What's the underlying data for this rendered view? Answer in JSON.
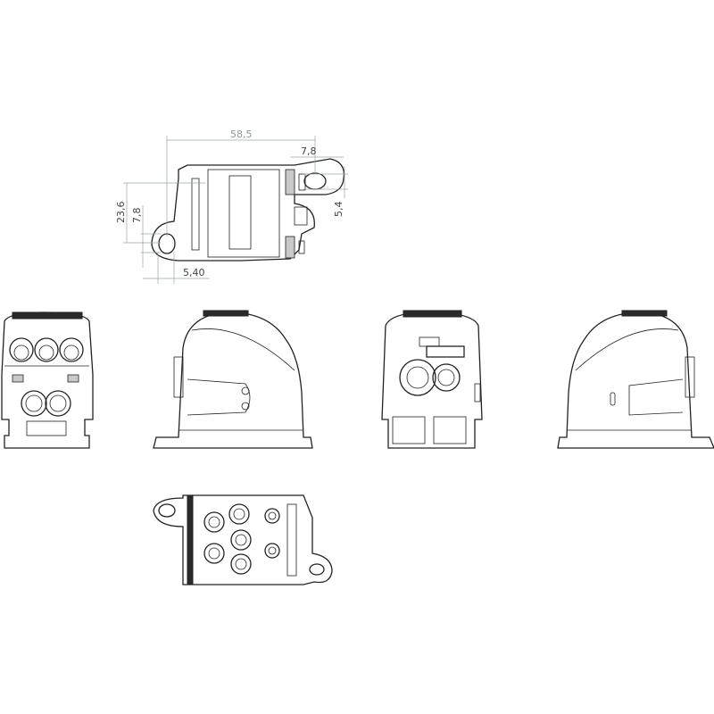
{
  "title": "Terminal block technical drawing",
  "dimensions": {
    "overall_length": "58,5",
    "right_hole_offset": "7,8",
    "right_hole_height": "5,4",
    "overall_height": "23,6",
    "left_hole_offset": "7,8",
    "left_hole_width": "5,40"
  },
  "views": [
    "top",
    "front",
    "left-side",
    "rear",
    "right-side",
    "bottom"
  ]
}
